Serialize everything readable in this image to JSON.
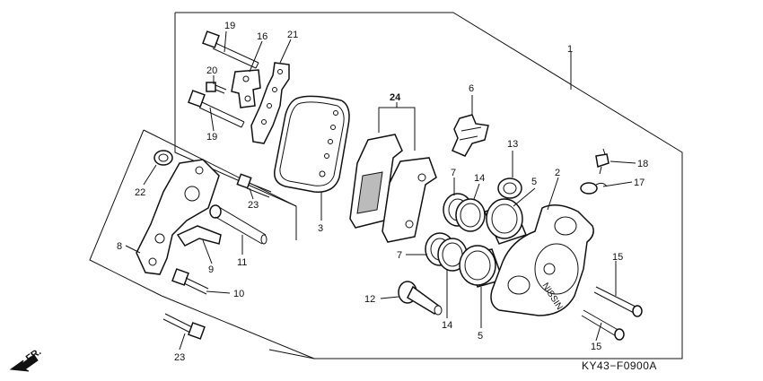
{
  "diagram": {
    "part_labels": {
      "p1": "1",
      "p2": "2",
      "p3": "3",
      "p5a": "5",
      "p5b": "5",
      "p6": "6",
      "p7a": "7",
      "p7b": "7",
      "p8": "8",
      "p9": "9",
      "p10": "10",
      "p11": "11",
      "p12": "12",
      "p13": "13",
      "p14a": "14",
      "p14b": "14",
      "p15a": "15",
      "p15b": "15",
      "p16": "16",
      "p17": "17",
      "p18": "18",
      "p19a": "19",
      "p19b": "19",
      "p20": "20",
      "p21": "21",
      "p22": "22",
      "p23a": "23",
      "p23b": "23",
      "p24": "24"
    },
    "caliper_lettering": "NISSIN",
    "direction_label": "FR.",
    "figure_code": "KY43−F0900A"
  }
}
